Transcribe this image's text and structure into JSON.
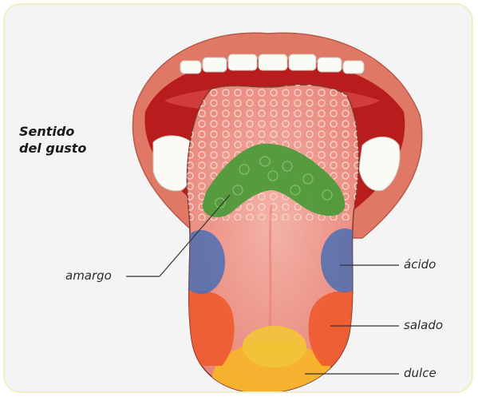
{
  "title": {
    "line1": "Sentido",
    "line2": "del gusto"
  },
  "labels": {
    "amargo": "amargo",
    "acido": "ácido",
    "salado": "salado",
    "dulce": "dulce"
  },
  "colors": {
    "bitter_zone": "#4e9a3a",
    "sour_zone": "#4b6fb3",
    "salty_zone": "#ee5a2c",
    "sweet_zone": "#f7b32b",
    "tongue": "#ef8f82",
    "lips": "#e07866",
    "mouth_inside": "#b81c1c"
  }
}
